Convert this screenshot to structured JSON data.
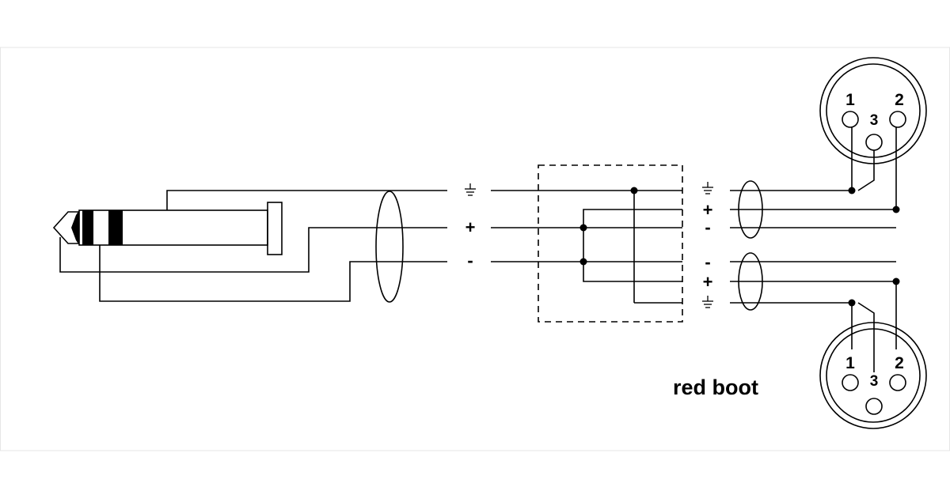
{
  "diagram": {
    "colors": {
      "line": "#000000",
      "background": "#ffffff",
      "frame_border": "#e6e6e6"
    },
    "cable_left": {
      "signs": {
        "ground": "⏚",
        "plus": "+",
        "minus": "-"
      }
    },
    "split_box": {
      "signs_upper": {
        "ground": "⏚",
        "plus": "+",
        "minus": "-"
      },
      "signs_lower": {
        "minus": "-",
        "plus": "+",
        "ground": "⏚"
      }
    },
    "xlr_top": {
      "pin1": "1",
      "pin2": "2",
      "pin3": "3"
    },
    "xlr_bottom": {
      "pin1": "1",
      "pin2": "2",
      "pin3": "3"
    },
    "note": "red boot"
  }
}
